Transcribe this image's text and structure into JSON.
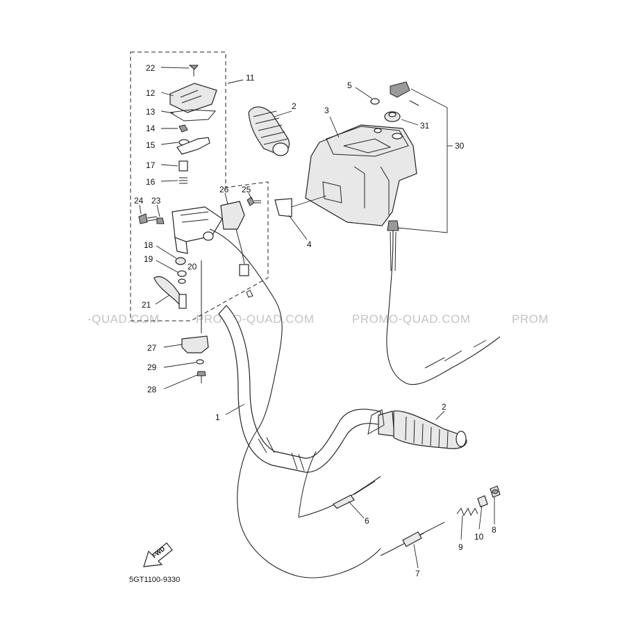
{
  "diagram_code": "5GT1100-9330",
  "fwd_label": "FWD",
  "watermarks": [
    "-QUAD.COM",
    "PROMO-QUAD.COM",
    "PROMO-QUAD.COM",
    "PROM"
  ],
  "callouts": [
    "1",
    "2",
    "2",
    "3",
    "4",
    "5",
    "6",
    "7",
    "8",
    "9",
    "10",
    "11",
    "12",
    "13",
    "14",
    "15",
    "16",
    "17",
    "18",
    "19",
    "20",
    "21",
    "22",
    "23",
    "24",
    "25",
    "26",
    "27",
    "28",
    "29",
    "30",
    "31"
  ]
}
